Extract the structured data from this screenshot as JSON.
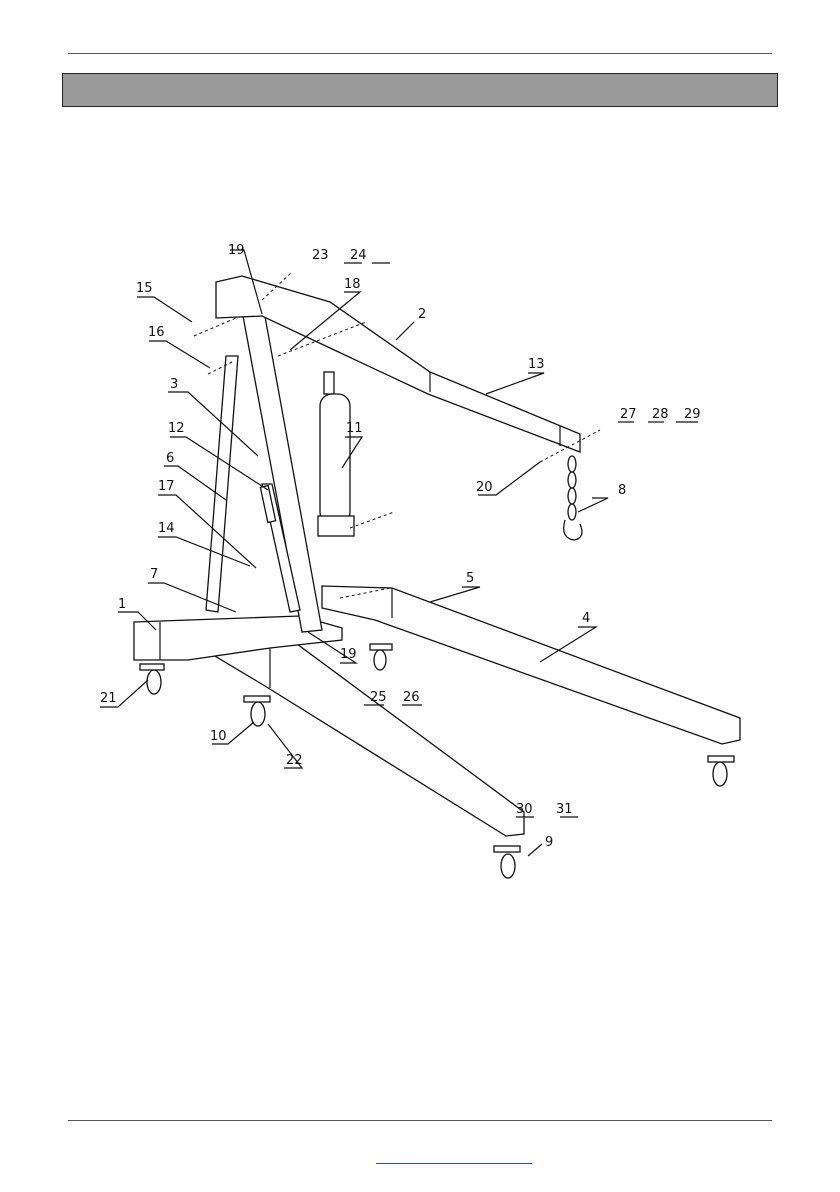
{
  "header": {
    "title": ""
  },
  "footer": {
    "link_text": ""
  },
  "diagram": {
    "callouts": [
      "1",
      "2",
      "3",
      "4",
      "5",
      "6",
      "7",
      "8",
      "9",
      "10",
      "11",
      "12",
      "13",
      "14",
      "15",
      "16",
      "17",
      "18",
      "19",
      "19",
      "20",
      "21",
      "22",
      "23",
      "24",
      "25",
      "26",
      "27",
      "28",
      "29",
      "30",
      "31"
    ]
  }
}
